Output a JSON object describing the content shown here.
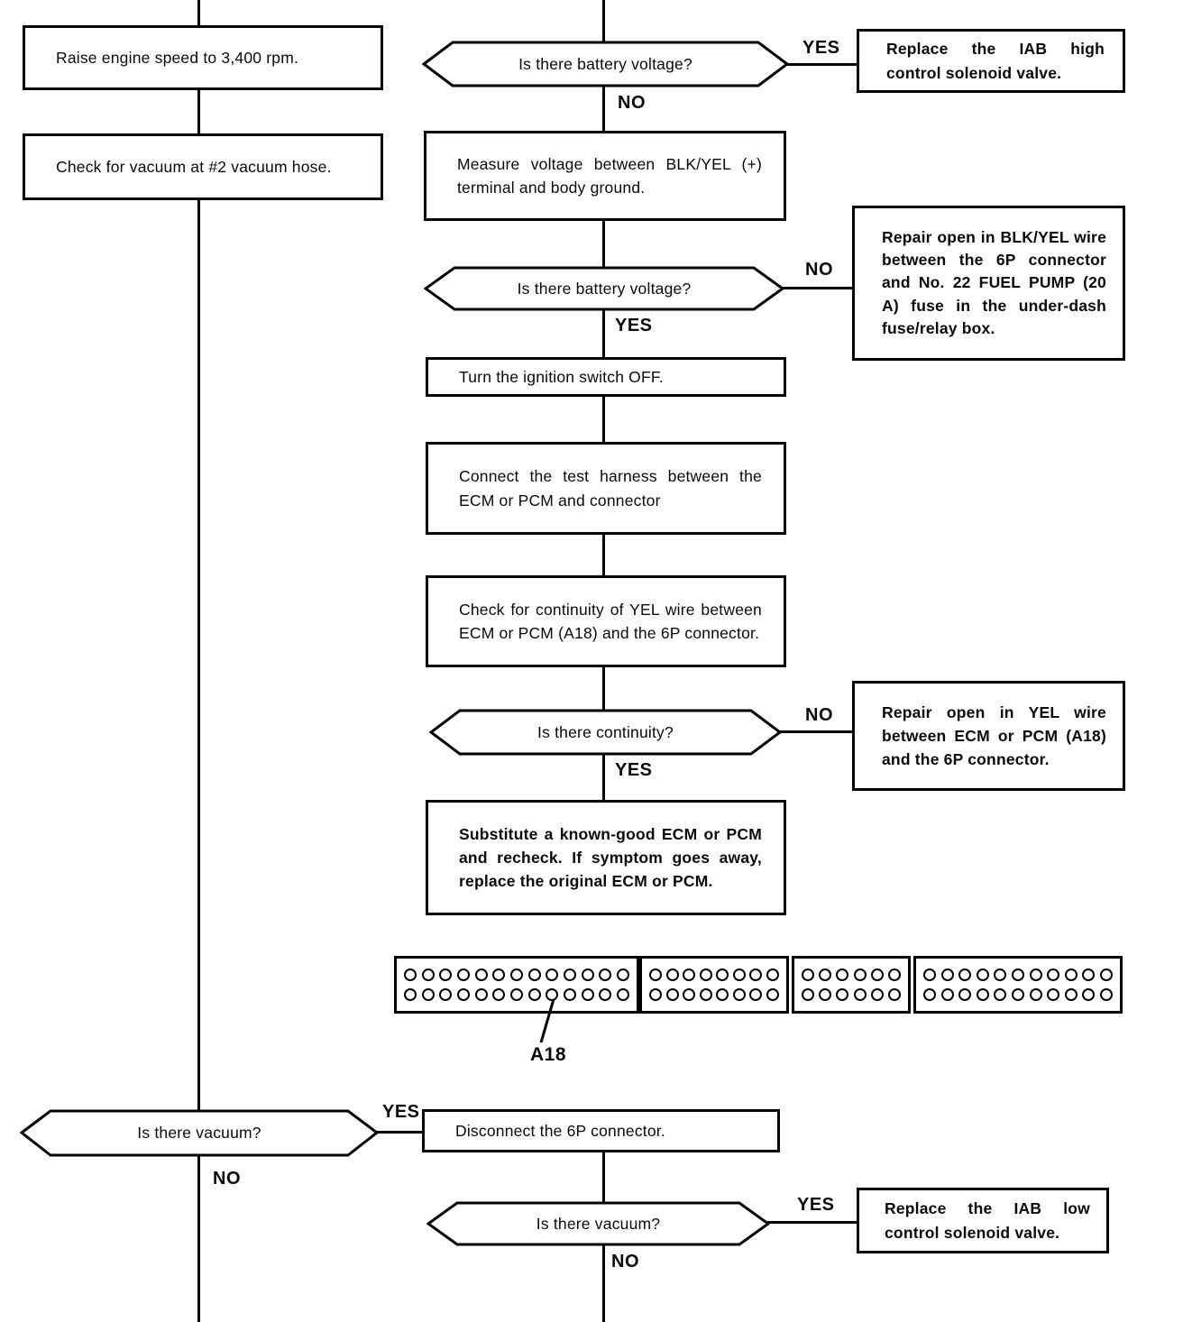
{
  "labels": {
    "yes": "YES",
    "no": "NO"
  },
  "boxes": {
    "raise_engine": "Raise engine speed to 3,400 rpm.",
    "check_vacuum_hose": "Check for vacuum at #2 vacuum hose.",
    "measure_voltage": "Measure voltage between BLK/YEL (+) terminal and body ground.",
    "replace_iab_high": "Replace the IAB high control solenoid valve.",
    "repair_blk_yel": "Repair open in BLK/YEL wire between the 6P connector and No. 22 FUEL PUMP (20 A) fuse in the under-dash fuse/relay box.",
    "turn_ignition_off": "Turn the ignition switch OFF.",
    "connect_test_harness": "Connect the test harness between the ECM or PCM and connector",
    "check_continuity": "Check for continuity of YEL wire between ECM or PCM (A18) and the 6P connector.",
    "repair_yel": "Repair open in YEL wire between ECM or PCM (A18) and the 6P connector.",
    "substitute_ecm": "Substitute a known-good ECM or PCM and recheck. If symptom goes away, replace the original ECM or PCM.",
    "disconnect_6p": "Disconnect the 6P connector.",
    "replace_iab_low": "Replace the IAB low control solenoid valve."
  },
  "decisions": {
    "battery_voltage_1": "Is there battery voltage?",
    "battery_voltage_2": "Is there battery voltage?",
    "continuity": "Is there continuity?",
    "vacuum_1": "Is there vacuum?",
    "vacuum_2": "Is there vacuum?"
  },
  "connector": {
    "label": "A18",
    "sections": [
      {
        "rows": 2,
        "cols": 13
      },
      {
        "rows": 2,
        "cols": 8
      },
      {
        "rows": 2,
        "cols": 6
      },
      {
        "rows": 2,
        "cols": 11
      }
    ]
  },
  "colors": {
    "ink": "#000000",
    "paper": "#ffffff"
  }
}
